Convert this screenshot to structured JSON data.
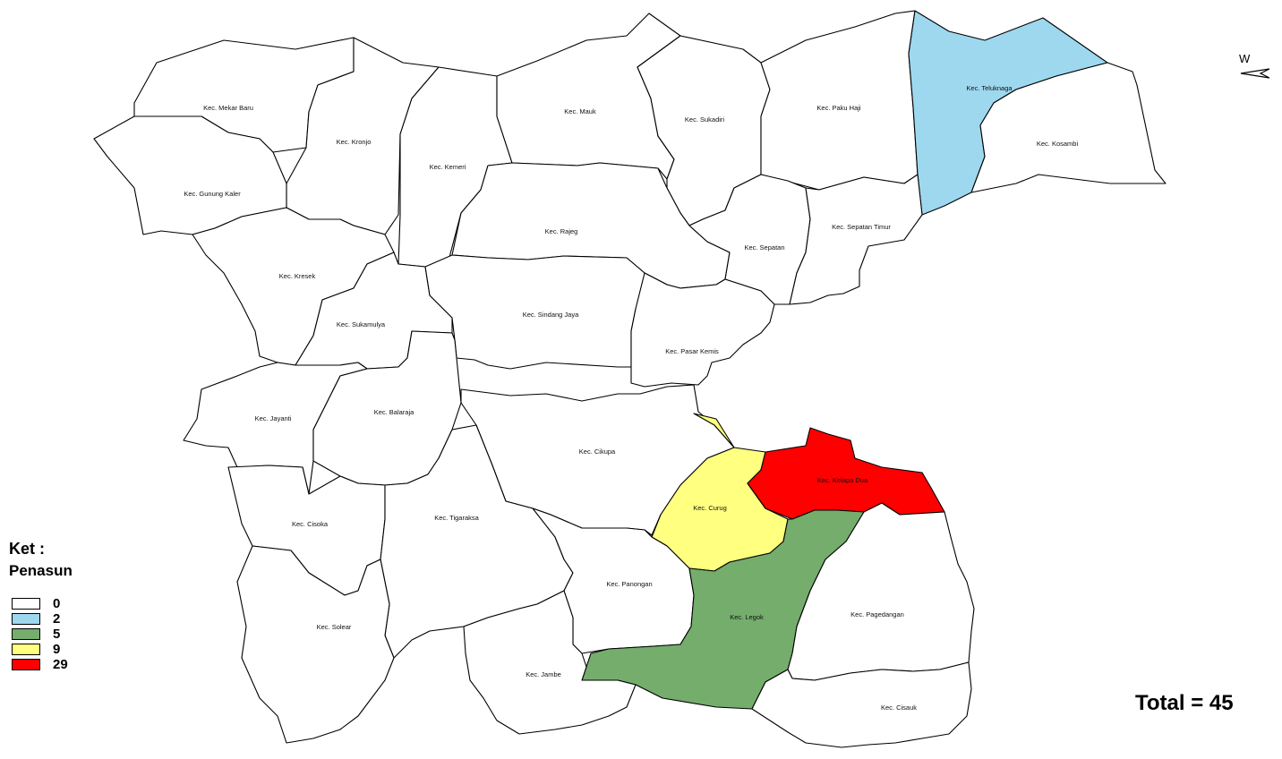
{
  "legend": {
    "title": "Ket :",
    "subtitle": "Penasun",
    "items": [
      {
        "label": "0",
        "color": "#ffffff"
      },
      {
        "label": "2",
        "color": "#9ed8ef"
      },
      {
        "label": "5",
        "color": "#74ad6c"
      },
      {
        "label": "9",
        "color": "#ffff80"
      },
      {
        "label": "29",
        "color": "#ff0000"
      }
    ]
  },
  "total": "Total = 45",
  "compass": "W",
  "districts": [
    {
      "name": "Kec. Mekar Baru",
      "value": 0
    },
    {
      "name": "Kec. Kronjo",
      "value": 0
    },
    {
      "name": "Kec. Kemeri",
      "value": 0
    },
    {
      "name": "Kec. Mauk",
      "value": 0
    },
    {
      "name": "Kec. Sukadiri",
      "value": 0
    },
    {
      "name": "Kec. Paku Haji",
      "value": 0
    },
    {
      "name": "Kec. Teluknaga",
      "value": 2
    },
    {
      "name": "Kec. Kosambi",
      "value": 0
    },
    {
      "name": "Kec. Gunung Kaler",
      "value": 0
    },
    {
      "name": "Kec. Rajeg",
      "value": 0
    },
    {
      "name": "Kec. Sepatan",
      "value": 0
    },
    {
      "name": "Kec. Sepatan Timur",
      "value": 0
    },
    {
      "name": "Kec. Kresek",
      "value": 0
    },
    {
      "name": "Kec. Sukamulya",
      "value": 0
    },
    {
      "name": "Kec. Sindang Jaya",
      "value": 0
    },
    {
      "name": "Kec. Pasar Kemis",
      "value": 0
    },
    {
      "name": "Kec. Jayanti",
      "value": 0
    },
    {
      "name": "Kec. Balaraja",
      "value": 0
    },
    {
      "name": "Kec. Cikupa",
      "value": 0
    },
    {
      "name": "Kec. Curug",
      "value": 9
    },
    {
      "name": "Kec. Kelapa Dua",
      "value": 29
    },
    {
      "name": "Kec. Cisoka",
      "value": 0
    },
    {
      "name": "Kec. Tigaraksa",
      "value": 0
    },
    {
      "name": "Kec. Panongan",
      "value": 0
    },
    {
      "name": "Kec. Legok",
      "value": 5
    },
    {
      "name": "Kec. Pagedangan",
      "value": 0
    },
    {
      "name": "Kec. Solear",
      "value": 0
    },
    {
      "name": "Kec. Jambe",
      "value": 0
    },
    {
      "name": "Kec. Cisauk",
      "value": 0
    }
  ]
}
